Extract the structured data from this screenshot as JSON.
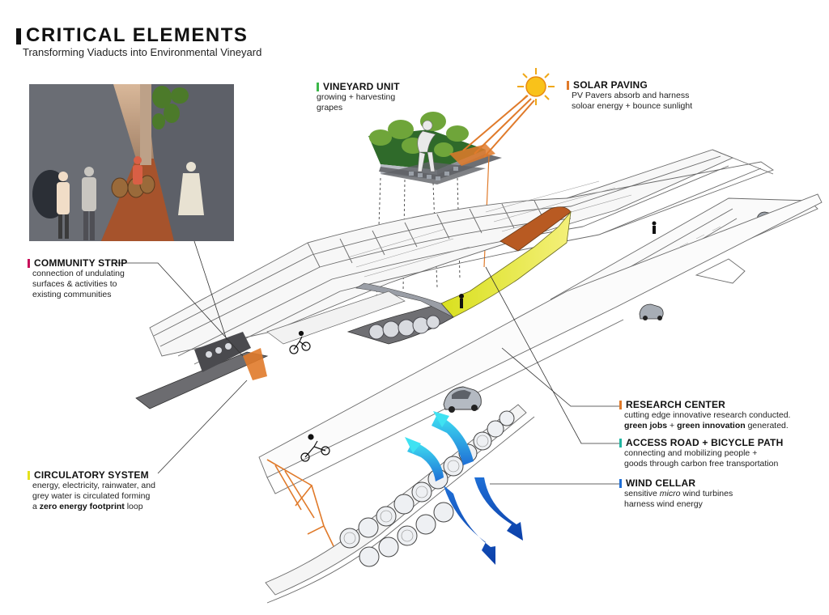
{
  "header": {
    "title": "CRITICAL ELEMENTS",
    "subtitle": "Transforming Viaducts into Environmental Vineyard"
  },
  "colors": {
    "green": "#3cb84a",
    "orange": "#e07a2a",
    "magenta": "#c8105a",
    "yellow": "#e5e21c",
    "teal": "#22b6a2",
    "blue": "#1f6fd6",
    "solar_yellow": "#f9c21a",
    "research_orange": "#e07a2a"
  },
  "labels": {
    "vineyard": {
      "title": "VINEYARD UNIT",
      "line1": "growing + harvesting",
      "line2": "grapes"
    },
    "solar": {
      "title": "SOLAR PAVING",
      "line1": "PV Pavers absorb and harness",
      "line2": "soloar energy + bounce sunlight"
    },
    "community": {
      "title": "COMMUNITY STRIP",
      "line1": "connection of undulating",
      "line2": "surfaces & activities to",
      "line3": "existing communities"
    },
    "research": {
      "title": "RESEARCH CENTER",
      "line1": "cutting edge innovative research conducted.",
      "line2_bold1": "green jobs",
      "line2_mid": " + ",
      "line2_bold2": "green innovation",
      "line2_end": " generated."
    },
    "access": {
      "title": "ACCESS ROAD + BICYCLE PATH",
      "line1": "connecting and mobilizing people +",
      "line2": "goods through carbon free transportation"
    },
    "wind": {
      "title": "WIND CELLAR",
      "line1_pre": "sensitive ",
      "line1_em": "micro",
      "line1_post": " wind turbines",
      "line2": "harness wind energy"
    },
    "circulatory": {
      "title": "CIRCULATORY SYSTEM",
      "line1": "energy, electricity, rainwater, and",
      "line2": "grey water is circulated forming",
      "line3_pre": "a ",
      "line3_bold": "zero energy footprint",
      "line3_post": " loop"
    }
  },
  "icons": {
    "sun": "sun-icon",
    "car": "car-icon",
    "cyclist": "cyclist-icon",
    "person": "person-icon",
    "wind_arrow": "wind-arrow-icon"
  }
}
